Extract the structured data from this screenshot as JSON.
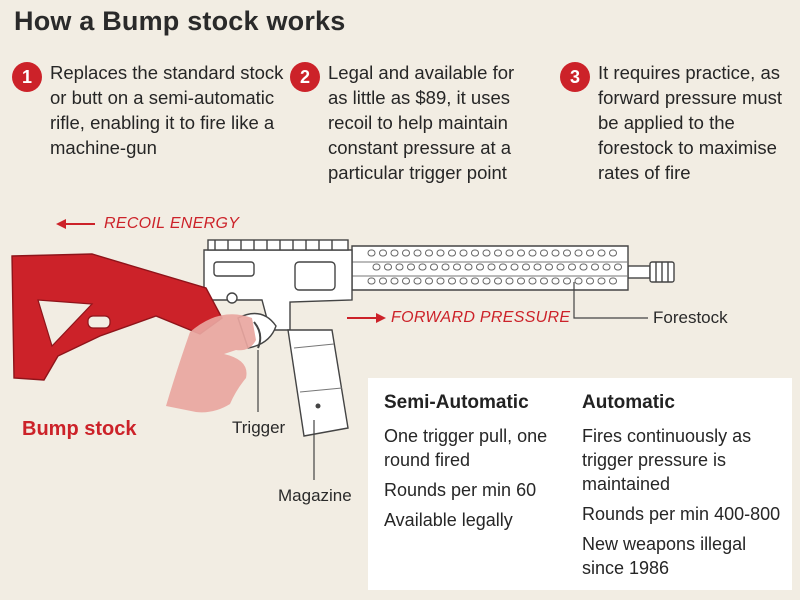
{
  "title": "How a Bump stock works",
  "steps": [
    {
      "number": "1",
      "text": "Replaces the standard stock or butt on a semi-automatic rifle, enabling it to fire like a machine-gun"
    },
    {
      "number": "2",
      "text": "Legal and available for as little as $89, it uses recoil to help maintain constant pressure at a particular trigger point"
    },
    {
      "number": "3",
      "text": "It requires practice, as forward pressure must be applied to the forestock to maximise rates of fire"
    }
  ],
  "labels": {
    "recoil_energy": "RECOIL ENERGY",
    "forward_pressure": "FORWARD PRESSURE",
    "forestock": "Forestock",
    "bump_stock": "Bump stock",
    "trigger": "Trigger",
    "magazine": "Magazine"
  },
  "comparison": {
    "semi": {
      "heading": "Semi-Automatic",
      "rows": [
        "One trigger pull, one round fired",
        "Rounds per min 60",
        "Available legally"
      ]
    },
    "auto": {
      "heading": "Automatic",
      "rows": [
        "Fires continuously as trigger pressure is maintained",
        "Rounds per min 400-800",
        "New weapons illegal since 1986"
      ]
    }
  },
  "colors": {
    "accent": "#cc2229",
    "background": "#f2ede3",
    "hand": "#e9a6a0"
  }
}
